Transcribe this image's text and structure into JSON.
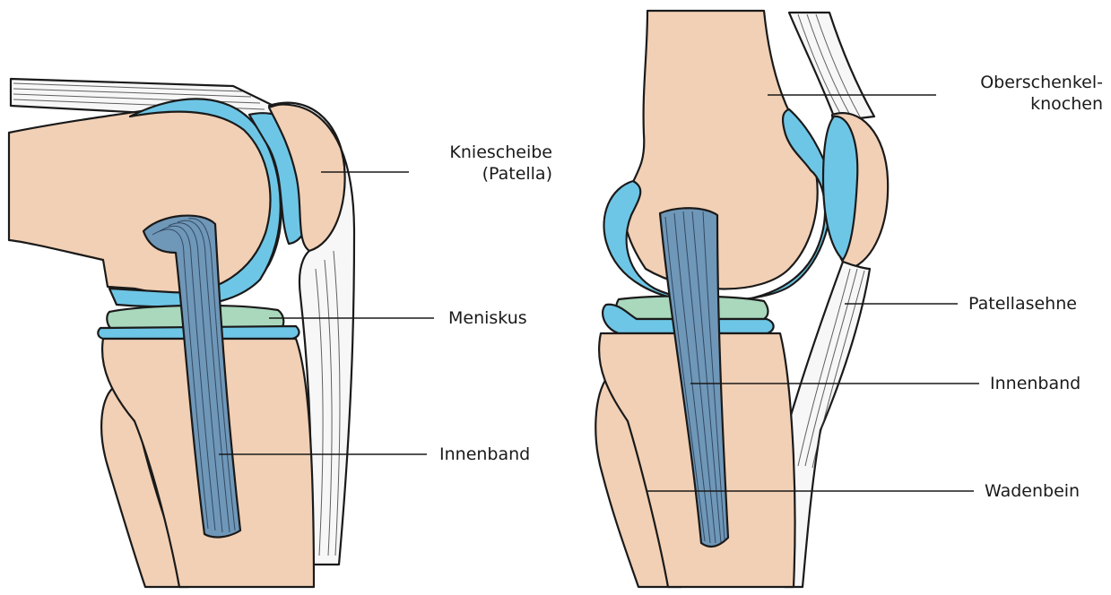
{
  "colors": {
    "bone": "#f2d0b5",
    "cartilage": "#6ec6e6",
    "meniscus": "#a9d8bd",
    "ligament": "#6f97b8",
    "tendon": "#f7f7f7",
    "outline": "#1a1a1a"
  },
  "left_view": {
    "labels": {
      "patella": "Kniescheibe\n(Patella)",
      "meniscus": "Meniskus",
      "medial_ligament": "Innenband"
    }
  },
  "right_view": {
    "labels": {
      "femur": "Oberschenkel-\nknochen",
      "patellar_tendon": "Patellasehne",
      "medial_ligament": "Innenband",
      "fibula": "Wadenbein"
    }
  }
}
